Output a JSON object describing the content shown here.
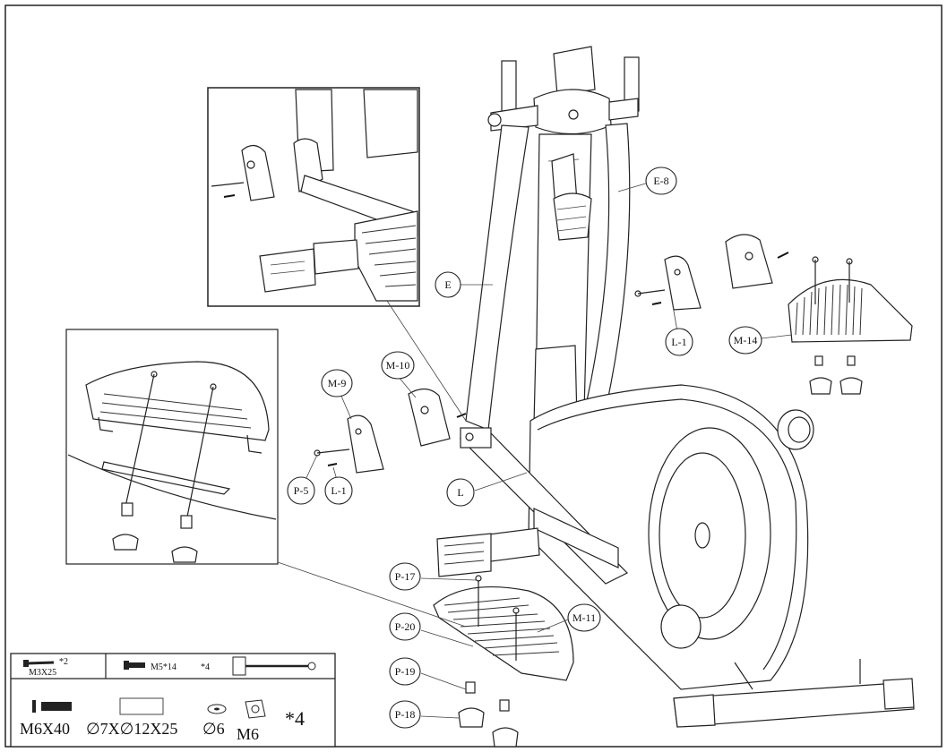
{
  "labels": {
    "E": "E",
    "E8": "E-8",
    "L": "L",
    "L1_right": "L-1",
    "L1_left": "L-1",
    "M9": "M-9",
    "M10": "M-10",
    "M11": "M-11",
    "M14": "M-14",
    "P5": "P-5",
    "P17": "P-17",
    "P18": "P-18",
    "P19": "P-19",
    "P20": "P-20"
  },
  "hardware_table": {
    "row1": {
      "bolt_a": "M3X25",
      "bolt_a_qty": "*2",
      "bolt_b": "M5*14",
      "bolt_b_qty": "*4"
    },
    "row2": {
      "bolt": "M6X40",
      "sleeve": "∅7X∅12X25",
      "washer": "∅6",
      "nut": "M6",
      "qty": "*4"
    }
  },
  "icons": [
    "wrench-icon",
    "bolt-icon",
    "washer-icon",
    "nut-icon",
    "sleeve-icon"
  ]
}
